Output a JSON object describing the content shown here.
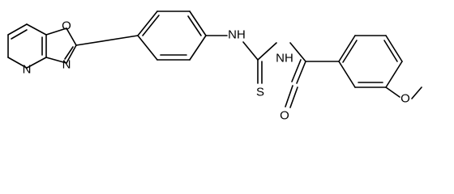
{
  "atoms": {
    "o_oxazole": "O",
    "n_pyridine": "N",
    "n_oxazole": "N",
    "nh_left": "NH",
    "nh_right": "NH",
    "s_thio": "S",
    "o_carbonyl": "O",
    "o_methoxy": "O"
  },
  "colors": {
    "bond": "#000000",
    "background": "#ffffff",
    "label": "#000000"
  }
}
